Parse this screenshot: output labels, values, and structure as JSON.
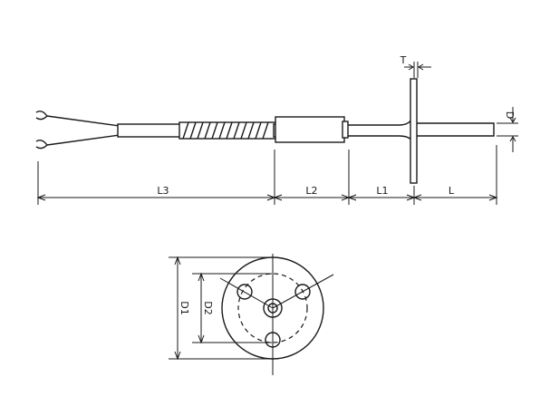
{
  "labels": {
    "L3": "L3",
    "L2": "L2",
    "L1": "L1",
    "L": "L",
    "T": "T",
    "D": "D",
    "D1": "D1",
    "D2": "D2"
  }
}
